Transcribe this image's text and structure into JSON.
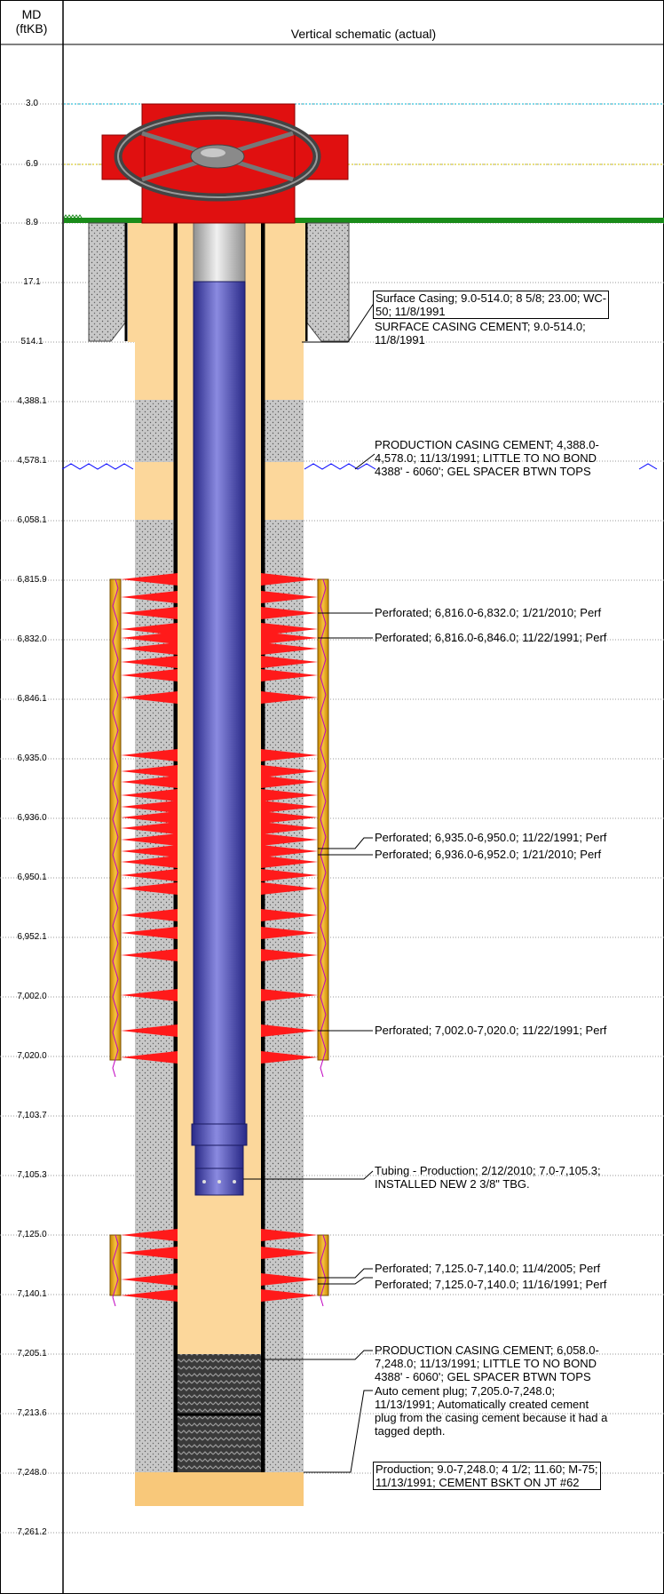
{
  "header": {
    "md_title": "MD",
    "md_unit": "(ftKB)",
    "schematic_title": "Vertical schematic (actual)"
  },
  "depth_labels": [
    "3.0",
    "6.9",
    "8.9",
    "17.1",
    "514.1",
    "4,388.1",
    "4,578.1",
    "6,058.1",
    "6,815.9",
    "6,832.0",
    "6,846.1",
    "6,935.0",
    "6,936.0",
    "6,950.1",
    "6,952.1",
    "7,002.0",
    "7,020.0",
    "7,103.7",
    "7,105.3",
    "7,125.0",
    "7,140.1",
    "7,205.1",
    "7,213.6",
    "7,248.0",
    "7,261.2"
  ],
  "callouts": {
    "surface_casing": [
      "Surface Casing; 9.0-514.0; 8 5/8; 23.00; WC-",
      "50; 11/8/1991"
    ],
    "surface_cement": [
      "SURFACE CASING CEMENT; 9.0-514.0;",
      "11/8/1991"
    ],
    "prod_cement_upper": [
      "PRODUCTION CASING CEMENT; 4,388.0-",
      "4,578.0; 11/13/1991; LITTLE TO NO BOND",
      "4388' - 6060'; GEL SPACER BTWN TOPS"
    ],
    "perf_1": "Perforated; 6,816.0-6,832.0; 1/21/2010; Perf",
    "perf_2": "Perforated; 6,816.0-6,846.0; 11/22/1991; Perf",
    "perf_3": "Perforated; 6,935.0-6,950.0; 11/22/1991; Perf",
    "perf_4": "Perforated; 6,936.0-6,952.0; 1/21/2010; Perf",
    "perf_5": "Perforated; 7,002.0-7,020.0; 11/22/1991; Perf",
    "tubing": [
      "Tubing - Production; 2/12/2010; 7.0-7,105.3;",
      "INSTALLED NEW 2 3/8\" TBG."
    ],
    "perf_6": "Perforated; 7,125.0-7,140.0; 11/4/2005; Perf",
    "perf_7": "Perforated; 7,125.0-7,140.0; 11/16/1991; Perf",
    "prod_cement_lower": [
      "PRODUCTION CASING CEMENT; 6,058.0-",
      "7,248.0; 11/13/1991; LITTLE TO NO BOND",
      "4388' - 6060'; GEL SPACER BTWN TOPS"
    ],
    "cement_plug": [
      "Auto cement plug; 7,205.0-7,248.0;",
      "11/13/1991; Automatically created cement",
      "plug from the casing cement because it had a",
      "tagged depth."
    ],
    "production": [
      "Production; 9.0-7,248.0; 4 1/2; 11.60; M-75;",
      "11/13/1991; CEMENT BSKT ON JT #62"
    ]
  },
  "colors": {
    "casing_fill": "#fcd79b",
    "cement_fill": "#c8c8c8",
    "tubing": "#4040b0",
    "perf": "#ff1a1a",
    "wellhead": "#e01010",
    "ground": "#1a8c1a",
    "fluid_level": "#0000ff"
  }
}
